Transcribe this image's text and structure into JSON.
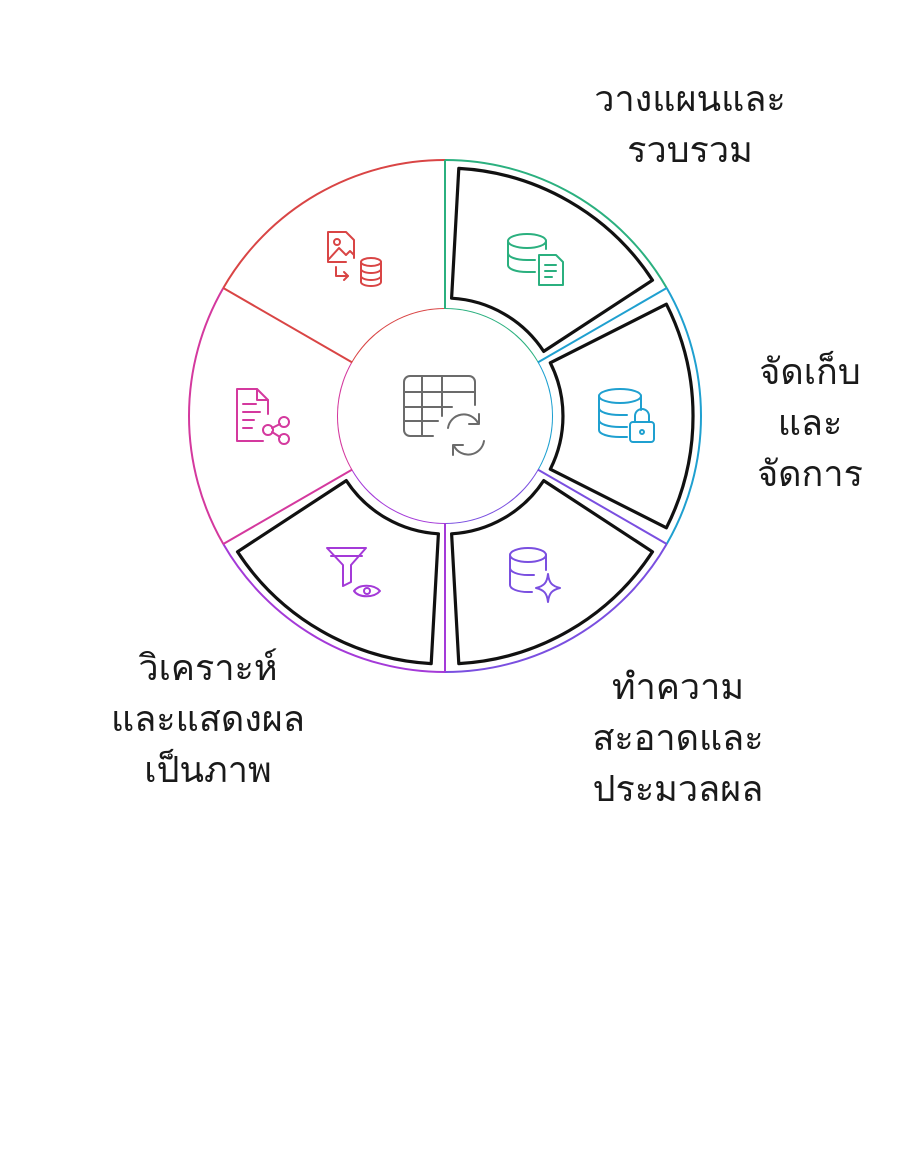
{
  "center": {
    "icon": "table-refresh-icon",
    "color": "#6b6b6b"
  },
  "segments": [
    {
      "id": "plan",
      "lines": [
        "วางแผนและ",
        "รวบรวม"
      ],
      "icon": "database-document-icon",
      "color": "#2bb07f",
      "highlighted": true
    },
    {
      "id": "store",
      "lines": [
        "จัดเก็บ",
        "และ",
        "จัดการ"
      ],
      "icon": "database-lock-icon",
      "color": "#1fa0d0",
      "highlighted": true
    },
    {
      "id": "clean",
      "lines": [
        "ทำความ",
        "สะอาดและ",
        "ประมวลผล"
      ],
      "icon": "database-sparkle-icon",
      "color": "#7a4fe0",
      "highlighted": true
    },
    {
      "id": "analyze",
      "lines": [
        "วิเคราะห์",
        "และแสดงผล",
        "เป็นภาพ"
      ],
      "icon": "filter-eye-icon",
      "color": "#a43ad8",
      "highlighted": true
    },
    {
      "id": "share",
      "lines": [],
      "icon": "document-share-icon",
      "color": "#d4399e",
      "highlighted": false
    },
    {
      "id": "migrate",
      "lines": [],
      "icon": "image-to-database-icon",
      "color": "#d94545",
      "highlighted": false
    }
  ]
}
